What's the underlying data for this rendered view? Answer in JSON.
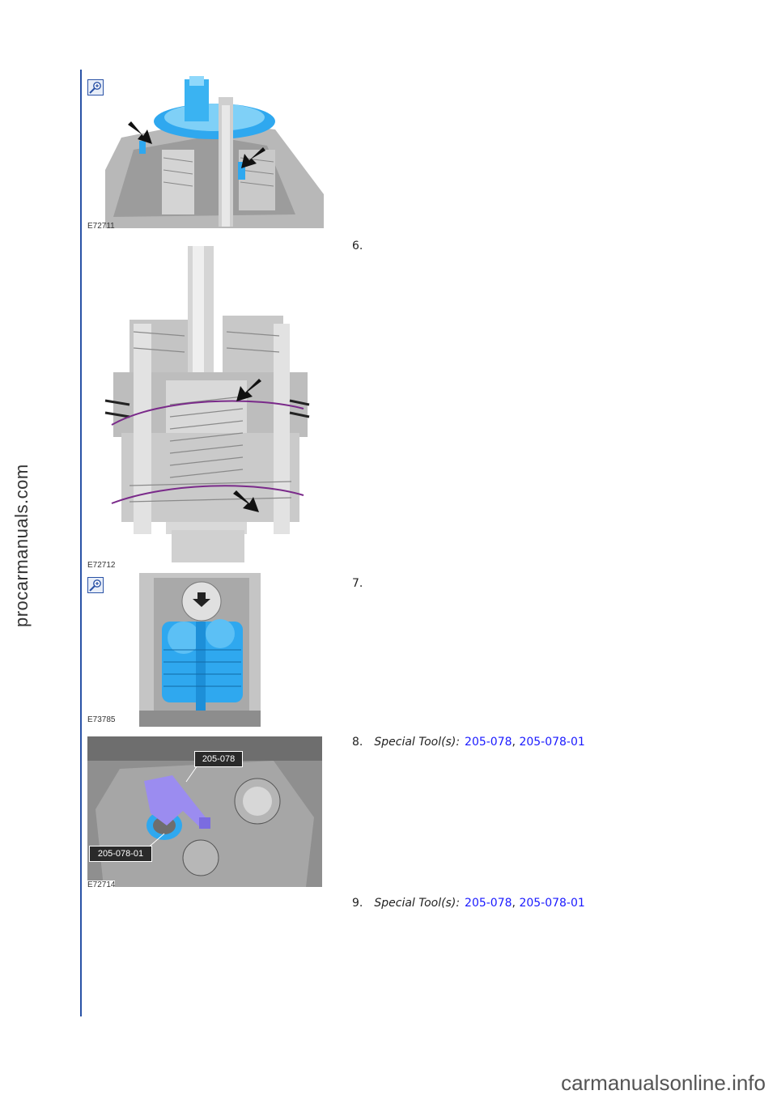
{
  "sidebar_watermark": "procarmanuals.com",
  "footer_watermark": "carmanualsonline.info",
  "page_number": "",
  "figures": [
    {
      "code": "E72711",
      "zoom_icon": "zoom-in-icon"
    },
    {
      "code": "E72712"
    },
    {
      "code": "E73785",
      "zoom_icon": "zoom-in-icon"
    },
    {
      "code": "E72714",
      "zoom_icon": "zoom-in-icon",
      "callouts": [
        "205-078",
        "205-078-01"
      ]
    }
  ],
  "steps": [
    {
      "number": "6."
    },
    {
      "number": "7."
    },
    {
      "number": "8.",
      "tool_label": "Special Tool(s):",
      "tools": [
        "205-078",
        "205-078-01"
      ]
    },
    {
      "number": "9.",
      "tool_label": "Special Tool(s):",
      "tools": [
        "205-078",
        "205-078-01"
      ]
    }
  ],
  "colors": {
    "rule": "#2a52a6",
    "link": "#1a1aff",
    "highlight": "#1ea7f0",
    "tool": "#9b8cf0"
  }
}
